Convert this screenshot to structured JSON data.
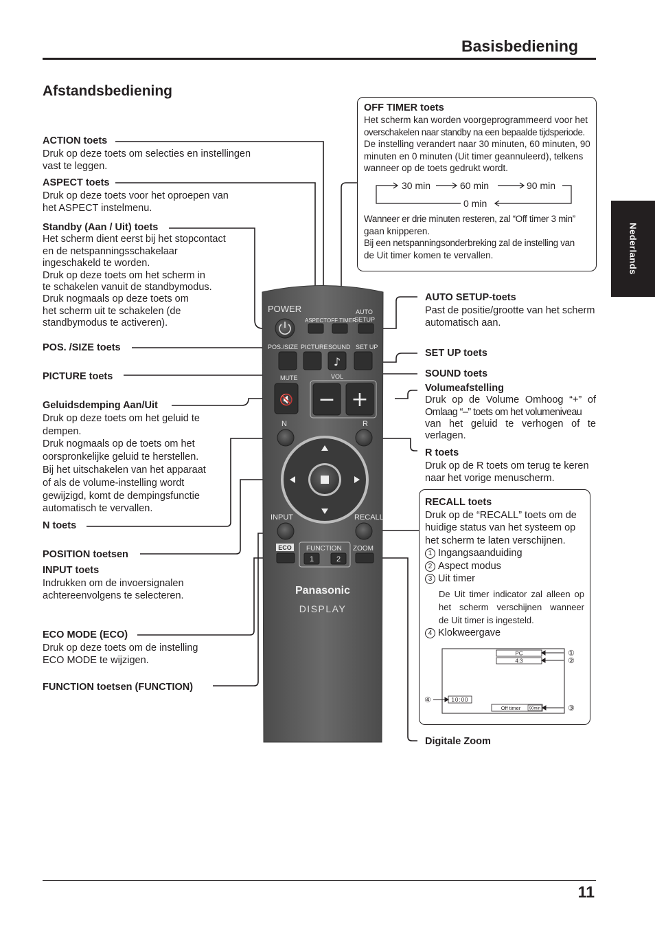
{
  "header": {
    "title": "Basisbediening"
  },
  "section_title": "Afstandsbediening",
  "side_tab": "Nederlands",
  "left_labels": [
    {
      "title": "ACTION toets",
      "lines": [
        "Druk op deze toets om selecties en instellingen",
        "vast te leggen."
      ]
    },
    {
      "title": "ASPECT toets",
      "lines": [
        "Druk op deze toets voor het oproepen van",
        "het ASPECT instelmenu."
      ]
    },
    {
      "title": "Standby (Aan / Uit) toets",
      "lines": [
        "Het scherm dient eerst bij het stopcontact",
        "en de netspanningsschakelaar",
        "ingeschakeld te worden.",
        "Druk op deze toets om het scherm in",
        "te schakelen vanuit de standbymodus.",
        "Druk nogmaals op deze toets om",
        "het scherm uit te schakelen (de",
        "standbymodus te activeren)."
      ]
    },
    {
      "title": "POS. /SIZE toets",
      "lines": []
    },
    {
      "title": "PICTURE toets",
      "lines": []
    },
    {
      "title": "Geluidsdemping Aan/Uit",
      "lines": [
        "Druk op deze toets om het geluid te",
        "dempen.",
        "Druk nogmaals op de toets om het",
        "oorspronkelijke geluid te herstellen.",
        "Bij het uitschakelen van het apparaat",
        "of als de volume-instelling wordt",
        "gewijzigd, komt de dempingsfunctie",
        "automatisch te vervallen."
      ]
    },
    {
      "title": "N toets",
      "lines": []
    },
    {
      "title": "POSITION toetsen",
      "lines": []
    },
    {
      "title": "INPUT toets",
      "lines": [
        "Indrukken om de invoersignalen",
        "achtereenvolgens te selecteren."
      ]
    },
    {
      "title": "ECO MODE (ECO)",
      "lines": [
        "Druk op deze toets om de instelling",
        "ECO MODE te wijzigen."
      ]
    },
    {
      "title": "FUNCTION toetsen (FUNCTION)",
      "lines": []
    }
  ],
  "off_timer": {
    "title": "OFF TIMER toets",
    "lines": [
      "Het scherm kan worden voorgeprogrammeerd voor het",
      "overschakelen naar standby na een bepaalde tijdsperiode.",
      "De instelling verandert naar 30 minuten, 60 minuten, 90",
      "minuten en 0 minuten (Uit timer geannuleerd), telkens",
      "wanneer op de toets gedrukt wordt."
    ],
    "cycle": [
      "30 min",
      "60 min",
      "90 min",
      "0 min"
    ],
    "note_lines": [
      "Wanneer er drie minuten resteren, zal “Off timer 3 min”",
      "gaan knipperen.",
      "Bij een netspanningsonderbreking zal de instelling van",
      "de Uit timer komen te vervallen."
    ]
  },
  "right_labels": [
    {
      "title": "AUTO SETUP-toets",
      "lines": [
        "Past de positie/grootte van het scherm",
        "automatisch aan."
      ]
    },
    {
      "title": "SET UP toets",
      "lines": []
    },
    {
      "title": "SOUND toets",
      "lines": []
    },
    {
      "title": "Volumeafstelling",
      "lines": [
        "Druk op de Volume Omhoog “+” of",
        "Omlaag “–” toets om het volumeniveau",
        "van het geluid te verhogen of te",
        "verlagen."
      ]
    },
    {
      "title": "R toets",
      "lines": [
        "Druk op de R toets om terug te keren",
        "naar het vorige menuscherm."
      ]
    }
  ],
  "recall": {
    "title": "RECALL toets",
    "lines": [
      "Druk op de “RECALL” toets om de",
      "huidige status van het systeem op",
      "het scherm te laten verschijnen."
    ],
    "items": [
      {
        "num": "1",
        "text": "Ingangsaanduiding"
      },
      {
        "num": "2",
        "text": "Aspect modus"
      },
      {
        "num": "3",
        "text": "Uit timer"
      }
    ],
    "timer_note": [
      "De Uit timer indicator zal alleen op",
      "het scherm verschijnen wanneer",
      "de Uit timer is ingesteld."
    ],
    "item4": {
      "num": "4",
      "text": "Klokweergave"
    },
    "osd": {
      "pc": "PC",
      "aspect": "4:3",
      "clock": "10:00",
      "off_timer": "Off timer",
      "off_timer_val": "90min"
    },
    "osd_markers": [
      "①",
      "②",
      "③",
      "④"
    ]
  },
  "digital_zoom": "Digitale Zoom",
  "remote": {
    "power": "POWER",
    "aspect": "ASPECT",
    "off_timer": "OFF TIMER",
    "auto_setup_1": "AUTO",
    "auto_setup_2": "SETUP",
    "pos_size": "POS./SIZE",
    "picture": "PICTURE",
    "sound": "SOUND",
    "set_up": "SET UP",
    "mute": "MUTE",
    "vol": "VOL",
    "n": "N",
    "r": "R",
    "input": "INPUT",
    "recall": "RECALL",
    "eco": "ECO",
    "function": "FUNCTION",
    "f1": "1",
    "f2": "2",
    "zoom": "ZOOM",
    "brand": "Panasonic",
    "model": "DISPLAY",
    "minus": "−",
    "plus": "+"
  },
  "page_number": "11"
}
